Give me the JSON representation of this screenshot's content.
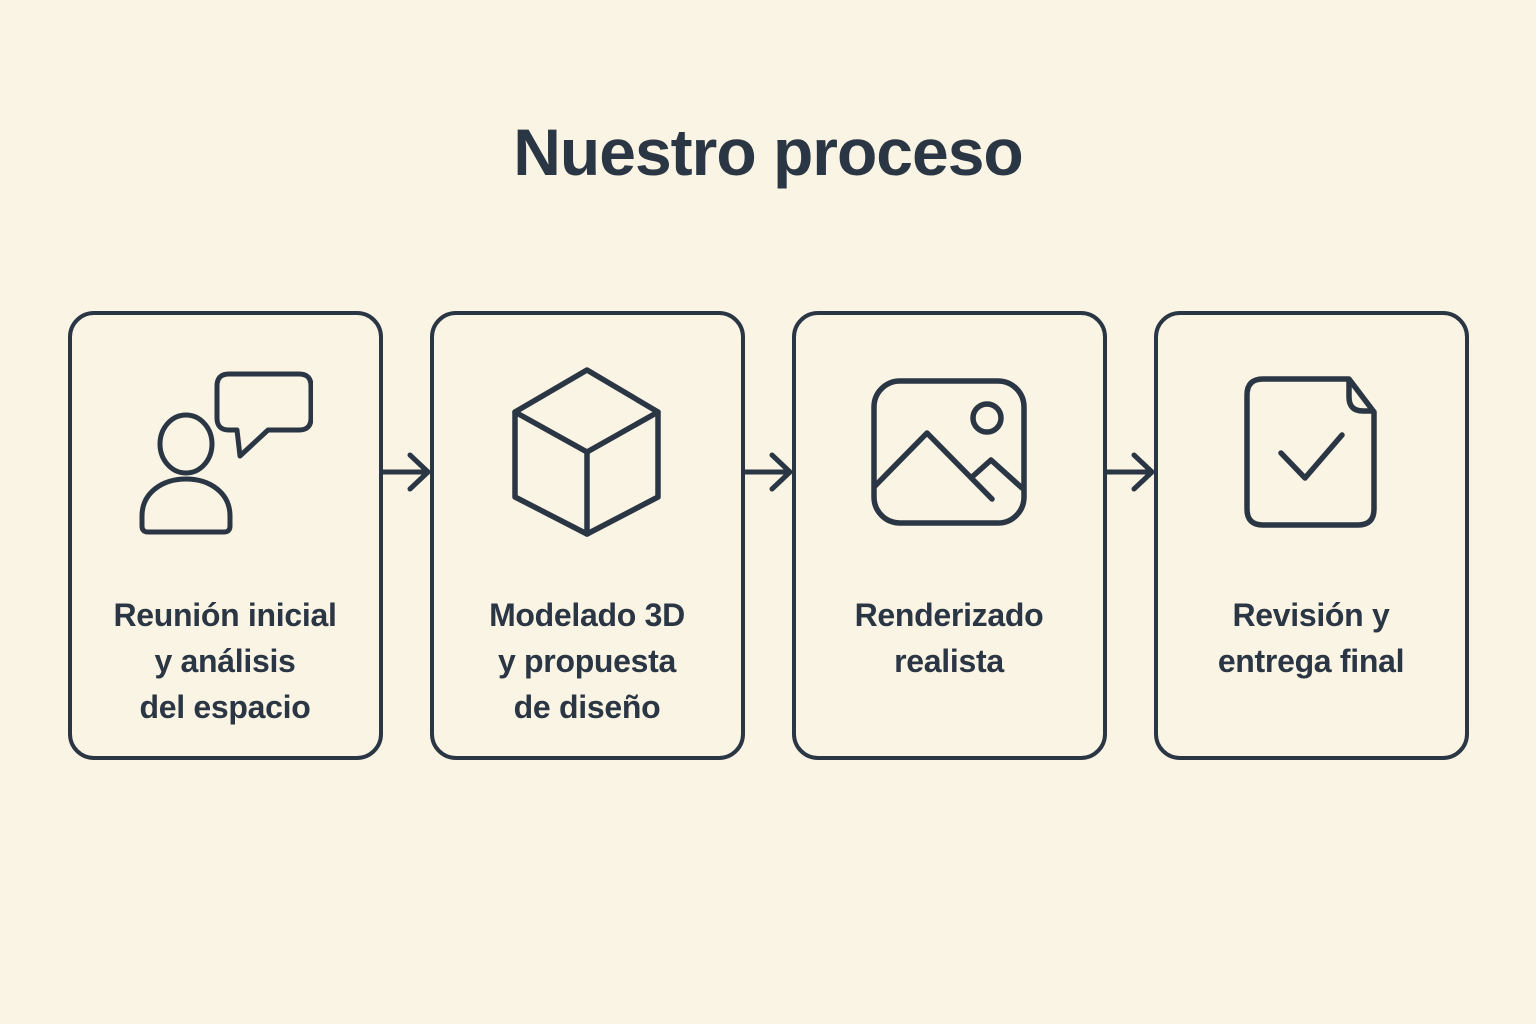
{
  "title": "Nuestro proceso",
  "colors": {
    "background": "#faf4e4",
    "ink": "#2b3645"
  },
  "cards": [
    {
      "icon": "person-chat-icon",
      "lines": [
        "Reunión inicial",
        "y análisis",
        "del espacio"
      ]
    },
    {
      "icon": "cube-3d-icon",
      "lines": [
        "Modelado 3D",
        "y propuesta",
        "de diseño"
      ]
    },
    {
      "icon": "image-icon",
      "lines": [
        "Renderizado",
        "realista"
      ]
    },
    {
      "icon": "document-check-icon",
      "lines": [
        "Revisión y",
        "entrega final"
      ]
    }
  ],
  "connectors": {
    "icon": "arrow-right-icon"
  }
}
